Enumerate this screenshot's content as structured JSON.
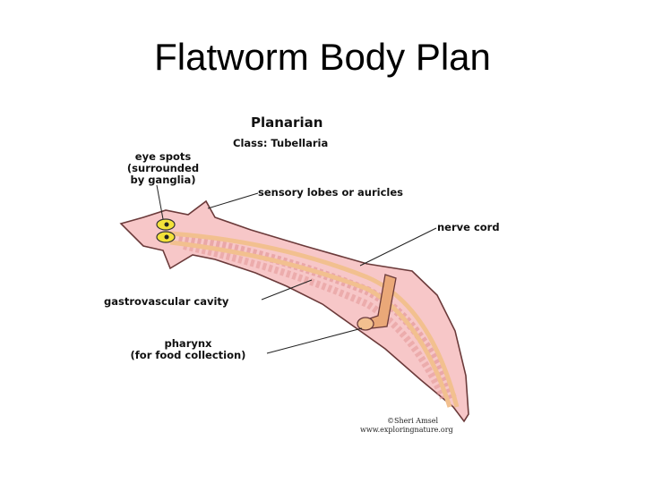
{
  "slide": {
    "title": "Flatworm Body Plan"
  },
  "diagram": {
    "heading": "Planarian",
    "subheading": "Class: Tubellaria",
    "labels": {
      "eye_spots_1": "eye spots",
      "eye_spots_2": "(surrounded",
      "eye_spots_3": "by ganglia)",
      "sensory_lobes": "sensory lobes or auricles",
      "nerve_cord": "nerve cord",
      "gastrovascular": "gastrovascular cavity",
      "pharynx_1": "pharynx",
      "pharynx_2": "(for food collection)"
    },
    "credit_1": "©Sheri Amsel",
    "credit_2": "www.exploringnature.org",
    "colors": {
      "body": "#f7c7c8",
      "body_outline": "#6b3a3a",
      "nerve": "#f2c08f",
      "pharynx": "#eaa878",
      "eye": "#f3e23a"
    }
  }
}
